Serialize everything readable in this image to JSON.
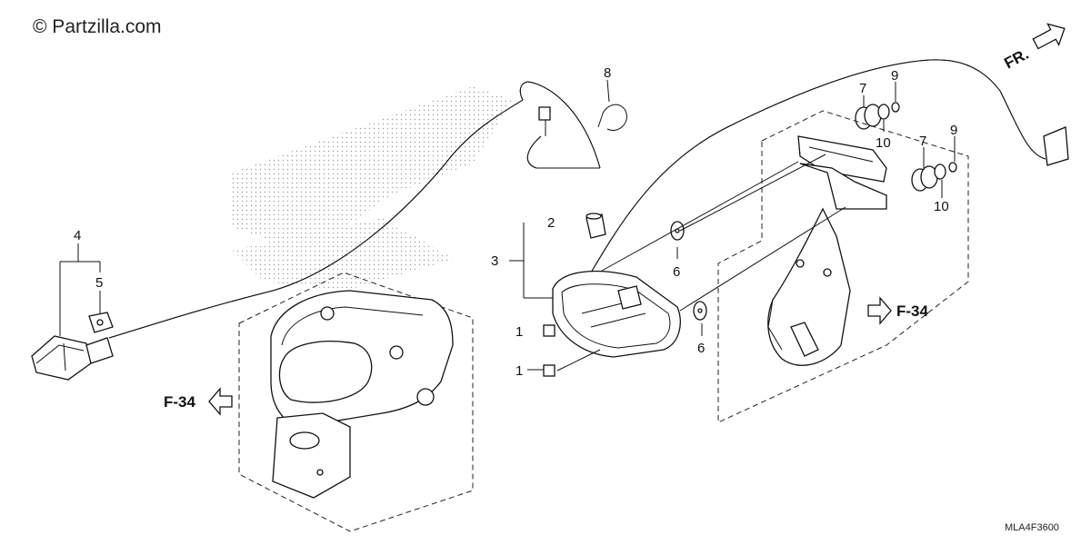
{
  "watermark": "© Partzilla.com",
  "diagram_code": "MLA4F3600",
  "front_marker": "FR.",
  "callouts": {
    "part_1_upper": "1",
    "part_1_lower": "1",
    "part_2": "2",
    "part_3": "3",
    "part_4": "4",
    "part_5": "5",
    "part_6_upper": "6",
    "part_6_lower": "6",
    "part_7_upper": "7",
    "part_7_lower": "7",
    "part_8": "8",
    "part_9_upper": "9",
    "part_9_lower": "9",
    "part_10_upper": "10",
    "part_10_lower": "10"
  },
  "references": {
    "left": "F-34",
    "right": "F-34"
  },
  "colors": {
    "line": "#111111",
    "background": "#ffffff",
    "stipple": "#9a9a9a"
  }
}
